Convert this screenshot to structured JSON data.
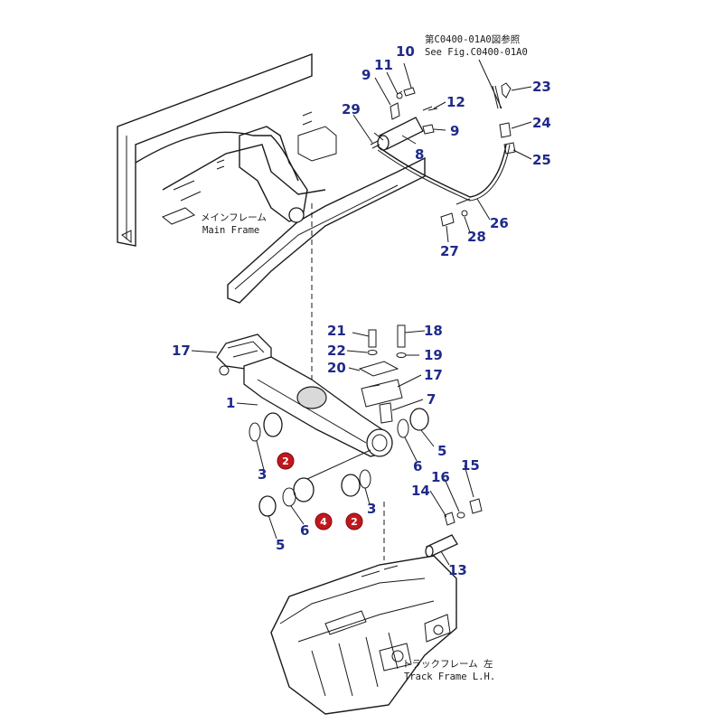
{
  "refs": {
    "jp": "第C0400-01A0図参照",
    "en": "See Fig.C0400-01A0"
  },
  "labels": {
    "main_frame_jp": "メインフレーム",
    "main_frame_en": "Main Frame",
    "track_frame_jp": "トラックフレーム 左",
    "track_frame_en": "Track Frame L.H."
  },
  "parts": {
    "p1": "1",
    "p3a": "3",
    "p3b": "3",
    "p5a": "5",
    "p5b": "5",
    "p6a": "6",
    "p6b": "6",
    "p7": "7",
    "p8": "8",
    "p9a": "9",
    "p9b": "9",
    "p10": "10",
    "p11": "11",
    "p12": "12",
    "p13": "13",
    "p14": "14",
    "p15": "15",
    "p16": "16",
    "p17a": "17",
    "p17b": "17",
    "p18": "18",
    "p19": "19",
    "p20": "20",
    "p21": "21",
    "p22": "22",
    "p23": "23",
    "p24": "24",
    "p25": "25",
    "p26": "26",
    "p27": "27",
    "p28": "28",
    "p29": "29"
  },
  "badges": {
    "b2a": "2",
    "b2b": "2",
    "b4": "4"
  },
  "colors": {
    "part_number": "#1f2a8a",
    "badge": "#c0181d"
  }
}
